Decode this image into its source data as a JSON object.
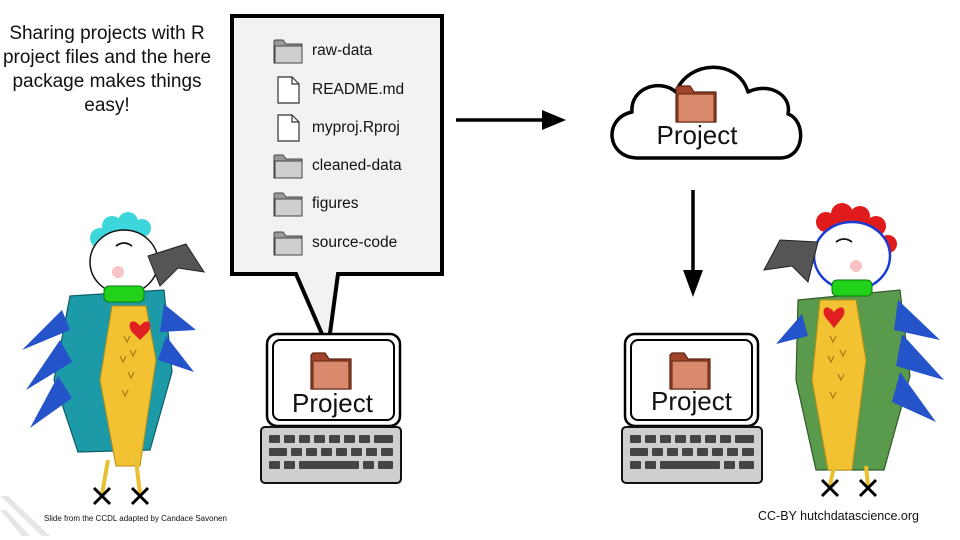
{
  "intro_text": "Sharing projects with R project files and the here package makes things easy!",
  "files": [
    {
      "name": "raw-data",
      "icon": "folder-icon"
    },
    {
      "name": "README.md",
      "icon": "file-icon"
    },
    {
      "name": "myproj.Rproj",
      "icon": "file-icon"
    },
    {
      "name": "cleaned-data",
      "icon": "folder-icon"
    },
    {
      "name": "figures",
      "icon": "folder-icon"
    },
    {
      "name": "source-code",
      "icon": "folder-icon"
    }
  ],
  "project_label": "Project",
  "credit": "Slide from the CCDL adapted by Candace Savonen",
  "license": "CC-BY  hutchdatascience.org",
  "colors": {
    "project_folder": "#d98a6c",
    "project_folder_dark": "#a0452a",
    "folder_gray": "#cfcfcf",
    "parrot_left_body": "#1d9aa8",
    "parrot_right_body": "#5a9a4c",
    "parrot_belly": "#f2c233",
    "feather_blue": "#2553c9",
    "beak_gray": "#555555",
    "collar_green": "#22d11a"
  }
}
